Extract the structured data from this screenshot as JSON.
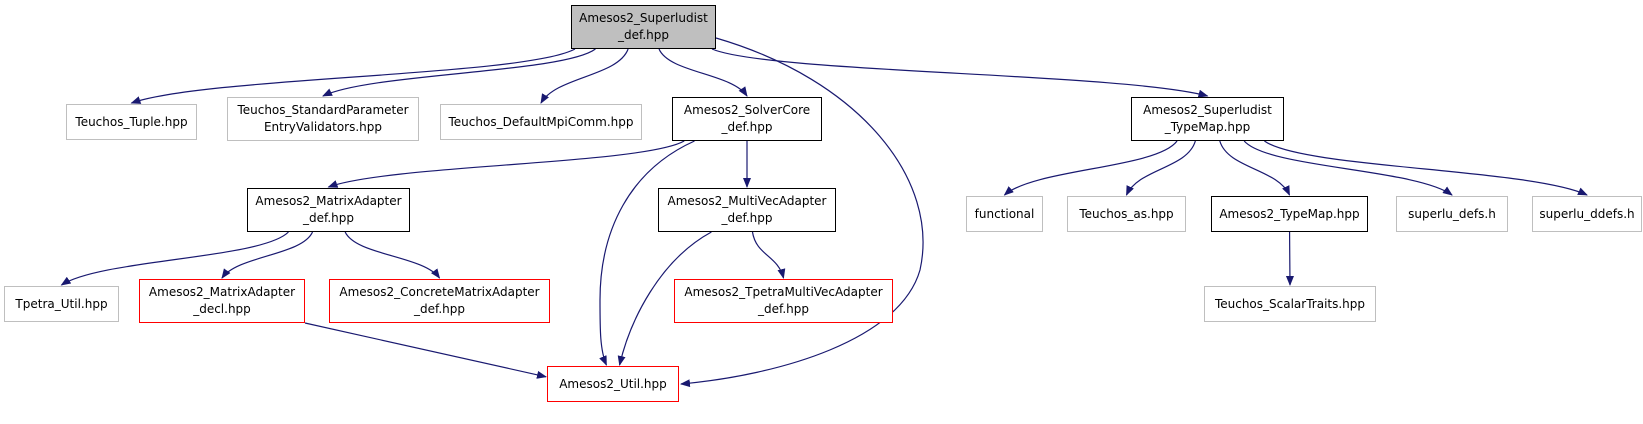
{
  "nodes": [
    {
      "id": "root",
      "label": "Amesos2_Superludist\n_def.hpp",
      "style": "root"
    },
    {
      "id": "tuple",
      "label": "Teuchos_Tuple.hpp",
      "style": "grey"
    },
    {
      "id": "stdparam",
      "label": "Teuchos_StandardParameter\nEntryValidators.hpp",
      "style": "grey"
    },
    {
      "id": "mpicomm",
      "label": "Teuchos_DefaultMpiComm.hpp",
      "style": "grey"
    },
    {
      "id": "solvercore",
      "label": "Amesos2_SolverCore\n_def.hpp",
      "style": "black"
    },
    {
      "id": "typemap_sld",
      "label": "Amesos2_Superludist\n_TypeMap.hpp",
      "style": "black"
    },
    {
      "id": "matadapter_def",
      "label": "Amesos2_MatrixAdapter\n_def.hpp",
      "style": "black"
    },
    {
      "id": "mvadapter_def",
      "label": "Amesos2_MultiVecAdapter\n_def.hpp",
      "style": "black"
    },
    {
      "id": "functional",
      "label": "functional",
      "style": "grey"
    },
    {
      "id": "teuchos_as",
      "label": "Teuchos_as.hpp",
      "style": "grey"
    },
    {
      "id": "typemap",
      "label": "Amesos2_TypeMap.hpp",
      "style": "black"
    },
    {
      "id": "superlu_defs",
      "label": "superlu_defs.h",
      "style": "grey"
    },
    {
      "id": "superlu_ddefs",
      "label": "superlu_ddefs.h",
      "style": "grey"
    },
    {
      "id": "tpetra_util",
      "label": "Tpetra_Util.hpp",
      "style": "grey"
    },
    {
      "id": "matadapter_decl",
      "label": "Amesos2_MatrixAdapter\n_decl.hpp",
      "style": "red"
    },
    {
      "id": "concrete_mat",
      "label": "Amesos2_ConcreteMatrixAdapter\n_def.hpp",
      "style": "red"
    },
    {
      "id": "tpetra_mv",
      "label": "Amesos2_TpetraMultiVecAdapter\n_def.hpp",
      "style": "red"
    },
    {
      "id": "scalartraits",
      "label": "Teuchos_ScalarTraits.hpp",
      "style": "grey"
    },
    {
      "id": "util",
      "label": "Amesos2_Util.hpp",
      "style": "red"
    }
  ],
  "edges": [
    {
      "from": "root",
      "to": "tuple"
    },
    {
      "from": "root",
      "to": "stdparam"
    },
    {
      "from": "root",
      "to": "mpicomm"
    },
    {
      "from": "root",
      "to": "solvercore"
    },
    {
      "from": "root",
      "to": "util"
    },
    {
      "from": "root",
      "to": "typemap_sld"
    },
    {
      "from": "solvercore",
      "to": "matadapter_def"
    },
    {
      "from": "solvercore",
      "to": "util"
    },
    {
      "from": "solvercore",
      "to": "mvadapter_def"
    },
    {
      "from": "matadapter_def",
      "to": "tpetra_util"
    },
    {
      "from": "matadapter_def",
      "to": "matadapter_decl"
    },
    {
      "from": "matadapter_def",
      "to": "concrete_mat"
    },
    {
      "from": "matadapter_decl",
      "to": "util"
    },
    {
      "from": "mvadapter_def",
      "to": "util"
    },
    {
      "from": "mvadapter_def",
      "to": "tpetra_mv"
    },
    {
      "from": "typemap_sld",
      "to": "functional"
    },
    {
      "from": "typemap_sld",
      "to": "teuchos_as"
    },
    {
      "from": "typemap_sld",
      "to": "typemap"
    },
    {
      "from": "typemap_sld",
      "to": "superlu_defs"
    },
    {
      "from": "typemap_sld",
      "to": "superlu_ddefs"
    },
    {
      "from": "typemap",
      "to": "scalartraits"
    }
  ],
  "colors": {
    "edge": "#191970",
    "root_fill": "#bfbfbf",
    "grey_border": "#bfbfbf",
    "red_border": "#ff0000",
    "black_border": "#000000"
  }
}
